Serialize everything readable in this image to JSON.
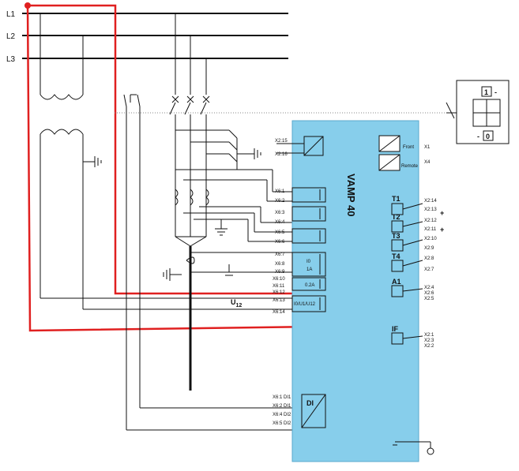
{
  "bus_labels": {
    "l1": "L1",
    "l2": "L2",
    "l3": "L3"
  },
  "device": {
    "name": "VAMP 40",
    "color": "#87ceeb"
  },
  "highlight_color": "#e02020",
  "meas_label": "U",
  "meas_subscript": "12",
  "inputs_left": {
    "x2_15": "X2:15",
    "x2_16": "X2:16",
    "x6_1": "X6:1",
    "x6_2": "X6:2",
    "x6_3": "X6:3",
    "x6_4": "X6:4",
    "x6_5": "X6:5",
    "x6_6": "X6:6",
    "x6_7": "X6:7",
    "x6_8": "X6:8",
    "x6_9": "X6:9",
    "x6_10": "X6:10",
    "x6_11": "X6:11",
    "x6_12": "X6:12",
    "x6_13": "X6:13",
    "x6_14": "X6:14"
  },
  "internal_labels": {
    "io_label": "I0/U1/U12",
    "i0_label": "I0",
    "u1_label": "1A",
    "u2_label": "0.2A"
  },
  "comm": {
    "front": "Front",
    "front_port": "X1",
    "remote": "Remote",
    "remote_port": "X4"
  },
  "relays": {
    "t1": "T1",
    "t1_a": "X2:14",
    "t1_b": "X2:13",
    "t2": "T2",
    "t2_a": "X2:12",
    "t2_b": "X2:11",
    "t3": "T3",
    "t3_a": "X2:10",
    "t3_b": "X2:9",
    "t4": "T4",
    "t4_a": "X2:8",
    "t4_b": "X2:7",
    "a1": "A1",
    "a1_a": "X2:4",
    "a1_b": "X2:6",
    "a1_c": "X2:5",
    "if": "IF",
    "if_a": "X2:1",
    "if_b": "X2:3",
    "if_c": "X2:2",
    "plus": "+"
  },
  "digital_inputs": {
    "label": "DI",
    "di1": "X6:1  DI1",
    "di2": "X6:2  DI1",
    "di3": "X6:4  DI2",
    "di4": "X6:5  DI2"
  },
  "indicator": {
    "one": "1",
    "zero": "0",
    "minus_top": "-",
    "minus_bottom": "-"
  }
}
